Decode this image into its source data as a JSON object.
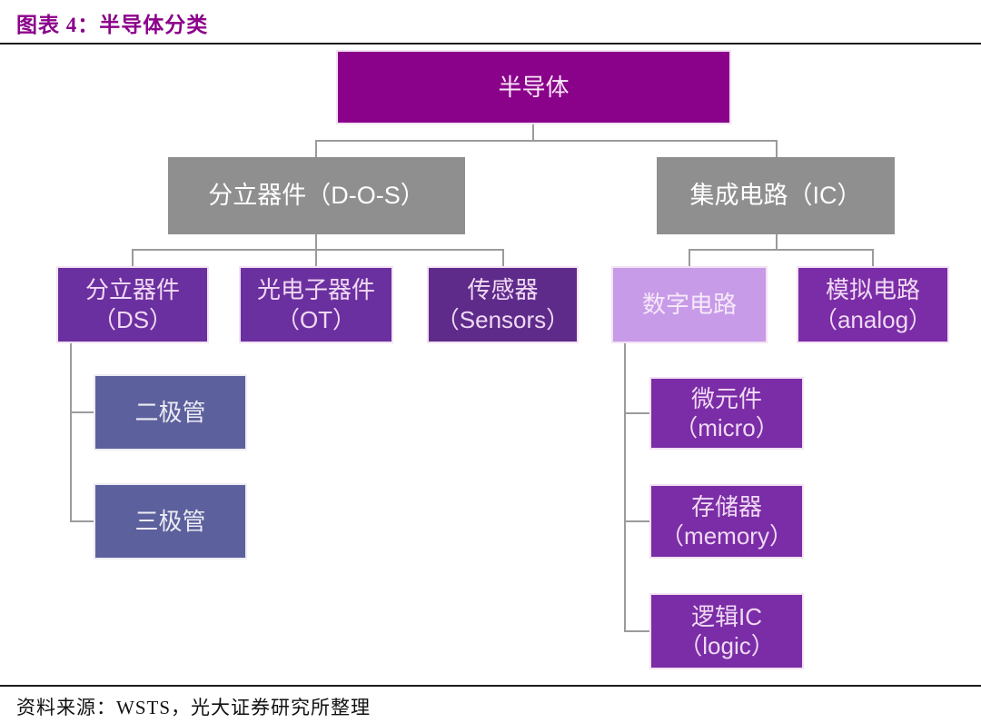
{
  "header": {
    "title": "图表 4：半导体分类"
  },
  "footer": {
    "source": "资料来源：WSTS，光大证券研究所整理"
  },
  "nodes": {
    "root": {
      "line1": "半导体"
    },
    "dos": {
      "line1": "分立器件（D-O-S）"
    },
    "ic": {
      "line1": "集成电路（IC）"
    },
    "ds": {
      "line1": "分立器件",
      "line2": "（DS）"
    },
    "ot": {
      "line1": "光电子器件",
      "line2": "（OT）"
    },
    "sensors": {
      "line1": "传感器",
      "line2": "（Sensors）"
    },
    "digital": {
      "line1": "数字电路"
    },
    "analog": {
      "line1": "模拟电路",
      "line2": "（analog）"
    },
    "diode": {
      "line1": "二极管"
    },
    "triode": {
      "line1": "三极管"
    },
    "micro": {
      "line1": "微元件",
      "line2": "（micro）"
    },
    "memory": {
      "line1": "存储器",
      "line2": "（memory）"
    },
    "logic": {
      "line1": "逻辑IC",
      "line2": "（logic）"
    }
  },
  "edges": [
    [
      "半导体",
      "分立器件（D-O-S）"
    ],
    [
      "半导体",
      "集成电路（IC）"
    ],
    [
      "分立器件（D-O-S）",
      "分立器件（DS）"
    ],
    [
      "分立器件（D-O-S）",
      "光电子器件（OT）"
    ],
    [
      "分立器件（D-O-S）",
      "传感器（Sensors）"
    ],
    [
      "分立器件（DS）",
      "二极管"
    ],
    [
      "分立器件（DS）",
      "三极管"
    ],
    [
      "集成电路（IC）",
      "数字电路"
    ],
    [
      "集成电路（IC）",
      "模拟电路（analog）"
    ],
    [
      "数字电路",
      "微元件（micro）"
    ],
    [
      "数字电路",
      "存储器（memory）"
    ],
    [
      "数字电路",
      "逻辑IC（logic）"
    ]
  ],
  "colors": {
    "title_text": "#8B018B",
    "root_fill": "#8A018A",
    "gray_fill": "#8F8F8F",
    "purple_mid_fill": "#6B309F",
    "purple_dark_fill": "#5E2B8A",
    "purple_bright_fill": "#7A2DA6",
    "lavender_fill": "#C79BE8",
    "slate_blue_fill": "#5C609C",
    "connector_line": "#9B9B9B",
    "rule_line": "#1C1C1C",
    "box_text_light": "#F0D9F4"
  }
}
